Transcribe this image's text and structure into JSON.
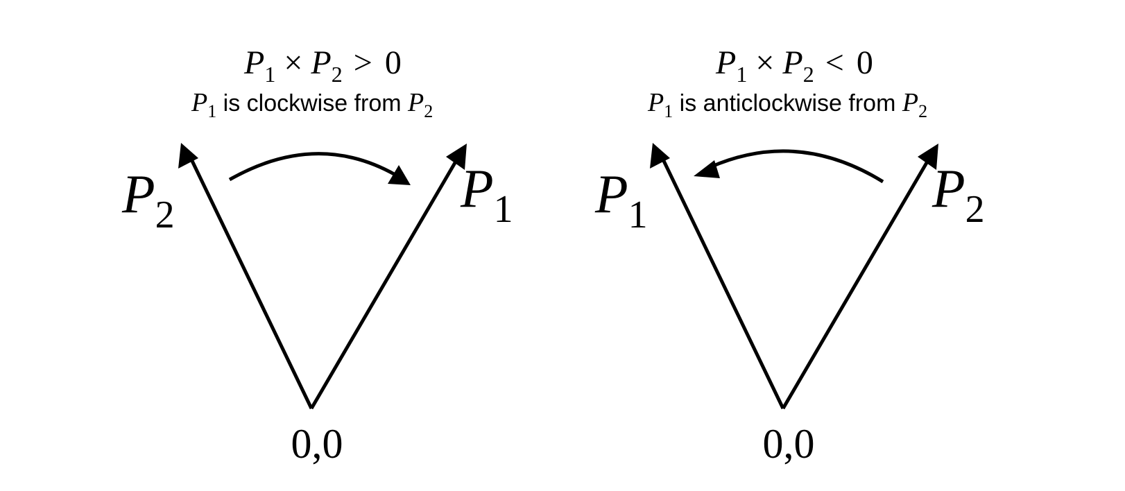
{
  "panels": [
    {
      "formula": {
        "a": "P",
        "a_sub": "1",
        "op": "×",
        "b": "P",
        "b_sub": "2",
        "rel": ">",
        "rhs": "0"
      },
      "caption": {
        "a": "P",
        "a_sub": "1",
        "text": " is clockwise from ",
        "b": "P",
        "b_sub": "2"
      },
      "left_label": {
        "letter": "P",
        "sub": "2"
      },
      "right_label": {
        "letter": "P",
        "sub": "1"
      },
      "origin": "0,0",
      "rotation": "clockwise"
    },
    {
      "formula": {
        "a": "P",
        "a_sub": "1",
        "op": "×",
        "b": "P",
        "b_sub": "2",
        "rel": "<",
        "rhs": "0"
      },
      "caption": {
        "a": "P",
        "a_sub": "1",
        "text": " is anticlockwise from ",
        "b": "P",
        "b_sub": "2"
      },
      "left_label": {
        "letter": "P",
        "sub": "1"
      },
      "right_label": {
        "letter": "P",
        "sub": "2"
      },
      "origin": "0,0",
      "rotation": "anticlockwise"
    }
  ],
  "colors": {
    "ink": "#000000",
    "background": "#ffffff"
  }
}
